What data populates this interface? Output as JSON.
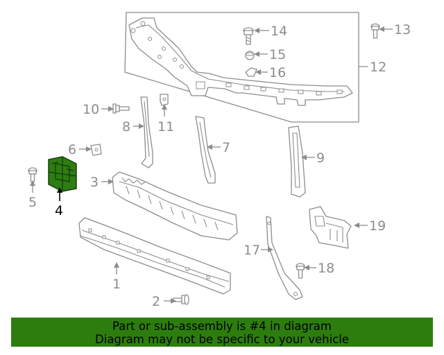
{
  "diagram": {
    "callouts": [
      {
        "id": "1",
        "label": "1"
      },
      {
        "id": "2",
        "label": "2"
      },
      {
        "id": "3",
        "label": "3"
      },
      {
        "id": "4",
        "label": "4"
      },
      {
        "id": "5",
        "label": "5"
      },
      {
        "id": "6",
        "label": "6"
      },
      {
        "id": "7",
        "label": "7"
      },
      {
        "id": "8",
        "label": "8"
      },
      {
        "id": "9",
        "label": "9"
      },
      {
        "id": "10",
        "label": "10"
      },
      {
        "id": "11",
        "label": "11"
      },
      {
        "id": "12",
        "label": "12"
      },
      {
        "id": "13",
        "label": "13"
      },
      {
        "id": "14",
        "label": "14"
      },
      {
        "id": "15",
        "label": "15"
      },
      {
        "id": "16",
        "label": "16"
      },
      {
        "id": "17",
        "label": "17"
      },
      {
        "id": "18",
        "label": "18"
      },
      {
        "id": "19",
        "label": "19"
      }
    ],
    "highlighted_part": "4",
    "colors": {
      "line_art": "#8c8c8c",
      "highlight_fill": "#2e7d12",
      "banner_bg": "#2d7d0e"
    }
  },
  "banner": {
    "line1": "Part or sub-assembly is #4 in diagram",
    "line2": "Diagram may not be specific to your vehicle"
  }
}
